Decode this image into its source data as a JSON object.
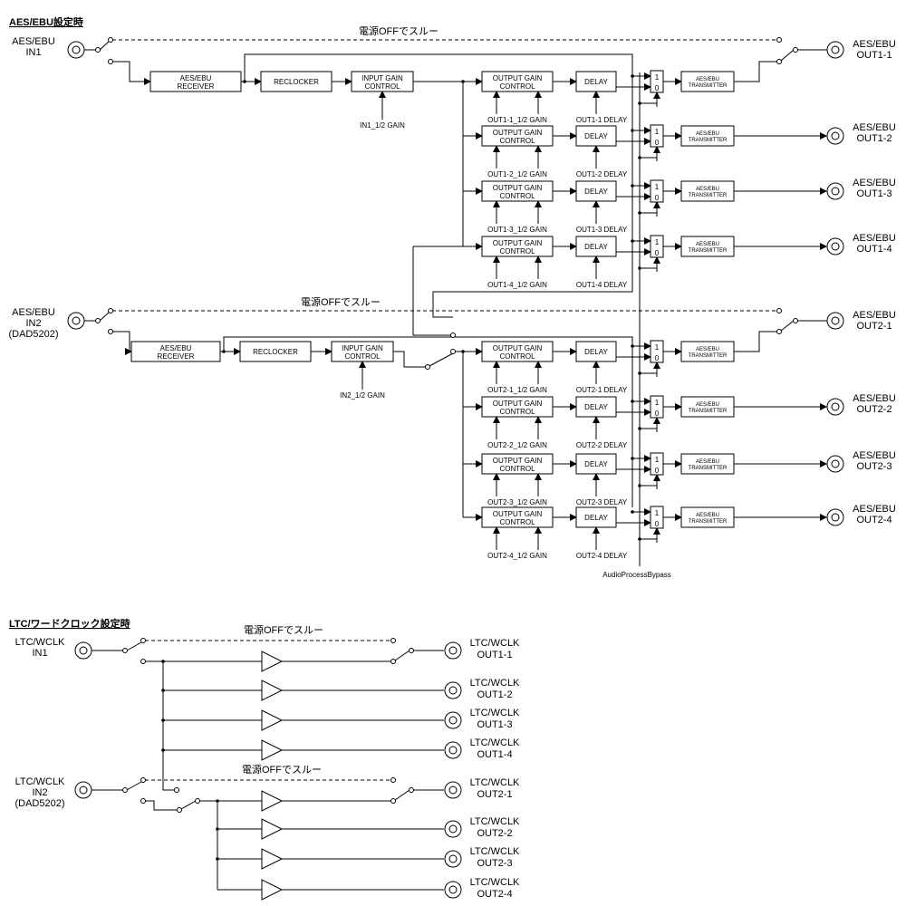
{
  "titles": {
    "aes": "AES/EBU設定時",
    "ltc": "LTC/ワードクロック設定時"
  },
  "bypass_label": "電源OFFでスルー",
  "blocks": {
    "receiver": [
      "AES/EBU",
      "RECEIVER"
    ],
    "reclocker": "RECLOCKER",
    "input_gain": [
      "INPUT GAIN",
      "CONTROL"
    ],
    "output_gain": [
      "OUTPUT GAIN",
      "CONTROL"
    ],
    "delay": "DELAY",
    "transmitter": [
      "AES/EBU",
      "TRANSMITTER"
    ],
    "mux_1": "1",
    "mux_0": "0"
  },
  "process_bypass": "AudioProcessBypass",
  "aes_inputs": [
    {
      "lines": [
        "AES/EBU",
        "IN1"
      ],
      "gain_label": "IN1_1/2 GAIN"
    },
    {
      "lines": [
        "AES/EBU",
        "IN2",
        "(DAD5202)"
      ],
      "gain_label": "IN2_1/2 GAIN"
    }
  ],
  "aes_channels": [
    {
      "out": [
        "AES/EBU",
        "OUT1-1"
      ],
      "gain": "OUT1-1_1/2 GAIN",
      "delay": "OUT1-1 DELAY"
    },
    {
      "out": [
        "AES/EBU",
        "OUT1-2"
      ],
      "gain": "OUT1-2_1/2 GAIN",
      "delay": "OUT1-2 DELAY"
    },
    {
      "out": [
        "AES/EBU",
        "OUT1-3"
      ],
      "gain": "OUT1-3_1/2 GAIN",
      "delay": "OUT1-3 DELAY"
    },
    {
      "out": [
        "AES/EBU",
        "OUT1-4"
      ],
      "gain": "OUT1-4_1/2 GAIN",
      "delay": "OUT1-4 DELAY"
    },
    {
      "out": [
        "AES/EBU",
        "OUT2-1"
      ],
      "gain": "OUT2-1_1/2 GAIN",
      "delay": "OUT2-1 DELAY"
    },
    {
      "out": [
        "AES/EBU",
        "OUT2-2"
      ],
      "gain": "OUT2-2_1/2 GAIN",
      "delay": "OUT2-2 DELAY"
    },
    {
      "out": [
        "AES/EBU",
        "OUT2-3"
      ],
      "gain": "OUT2-3_1/2 GAIN",
      "delay": "OUT2-3 DELAY"
    },
    {
      "out": [
        "AES/EBU",
        "OUT2-4"
      ],
      "gain": "OUT2-4_1/2 GAIN",
      "delay": "OUT2-4 DELAY"
    }
  ],
  "ltc_inputs": [
    {
      "lines": [
        "LTC/WCLK",
        "IN1"
      ]
    },
    {
      "lines": [
        "LTC/WCLK",
        "IN2",
        "(DAD5202)"
      ]
    }
  ],
  "ltc_outputs": [
    [
      "LTC/WCLK",
      "OUT1-1"
    ],
    [
      "LTC/WCLK",
      "OUT1-2"
    ],
    [
      "LTC/WCLK",
      "OUT1-3"
    ],
    [
      "LTC/WCLK",
      "OUT1-4"
    ],
    [
      "LTC/WCLK",
      "OUT2-1"
    ],
    [
      "LTC/WCLK",
      "OUT2-2"
    ],
    [
      "LTC/WCLK",
      "OUT2-3"
    ],
    [
      "LTC/WCLK",
      "OUT2-4"
    ]
  ]
}
